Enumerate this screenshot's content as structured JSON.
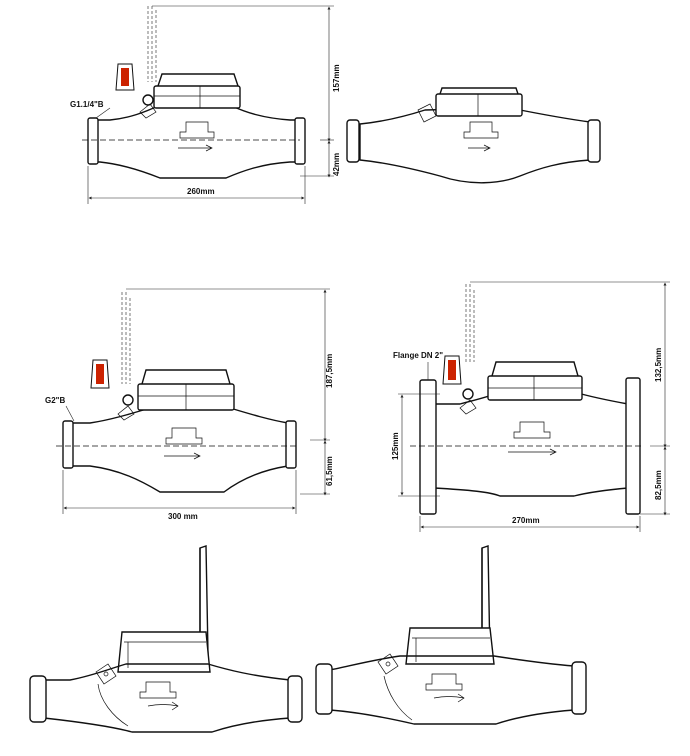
{
  "drawings": {
    "top_left": {
      "thread_label": "G1.1/4\"B",
      "height_label": "157mm",
      "bottom_label": "42mm",
      "length_label": "260mm"
    },
    "middle_left": {
      "thread_label": "G2\"B",
      "height_label": "187,5mm",
      "bottom_label": "61,5mm",
      "length_label": "300 mm"
    },
    "middle_right": {
      "flange_label": "Flange DN 2\"",
      "flange_height_label": "125mm",
      "height_label": "132,5mm",
      "bottom_label": "82,5mm",
      "length_label": "270mm"
    }
  },
  "colors": {
    "line": "#111111",
    "background": "#ffffff",
    "accent": "#cc2200"
  }
}
